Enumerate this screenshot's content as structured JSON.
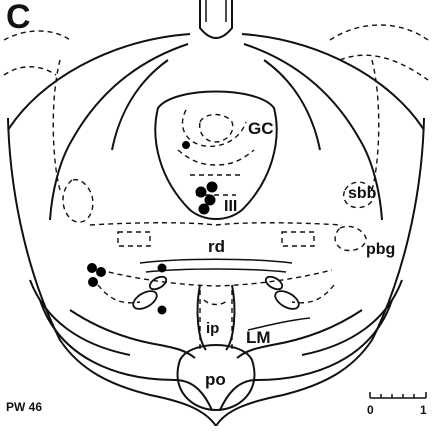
{
  "figure": {
    "panel_letter": "C",
    "specimen_code": "PW 46",
    "scale": {
      "min_label": "0",
      "max_label": "1"
    },
    "structure_labels": {
      "gc": "GC",
      "iii": "III",
      "sbb": "sbb",
      "rd": "rd",
      "pbg": "pbg",
      "ip": "ip",
      "lm": "LM",
      "po": "po"
    }
  }
}
